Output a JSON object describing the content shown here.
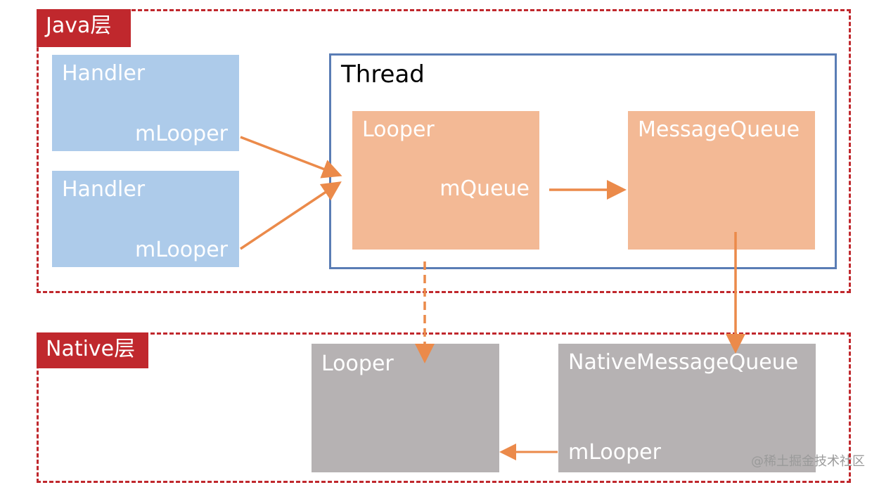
{
  "colors": {
    "layer_border": "#c0282d",
    "handler_box": "#adcbea",
    "java_looper_box": "#f3b995",
    "native_box": "#b6b2b3",
    "thread_border": "#5a7db5",
    "arrow": "#eb8a4a"
  },
  "java_layer": {
    "label": "Java层"
  },
  "native_layer": {
    "label": "Native层"
  },
  "handlers": [
    {
      "title": "Handler",
      "field": "mLooper"
    },
    {
      "title": "Handler",
      "field": "mLooper"
    }
  ],
  "thread": {
    "title": "Thread",
    "looper": {
      "title": "Looper",
      "field": "mQueue"
    },
    "message_queue": {
      "title": "MessageQueue"
    }
  },
  "native": {
    "looper": {
      "title": "Looper"
    },
    "message_queue": {
      "title": "NativeMessageQueue",
      "field": "mLooper"
    }
  },
  "watermark": "@稀土掘金技术社区"
}
